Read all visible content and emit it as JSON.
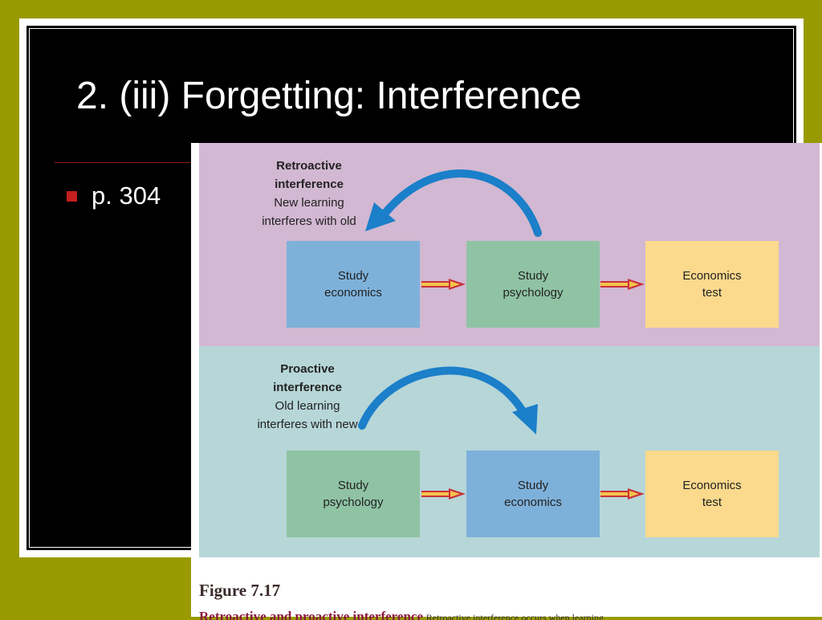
{
  "slide": {
    "title": "2. (iii) Forgetting: Interference",
    "bullet": "p. 304"
  },
  "figure": {
    "retroactive": {
      "label_bold_1": "Retroactive",
      "label_bold_2": "interference",
      "label_line_1": "New learning",
      "label_line_2": "interferes with old",
      "boxes": [
        {
          "line1": "Study",
          "line2": "economics"
        },
        {
          "line1": "Study",
          "line2": "psychology"
        },
        {
          "line1": "Economics",
          "line2": "test"
        }
      ]
    },
    "proactive": {
      "label_bold_1": "Proactive",
      "label_bold_2": "interference",
      "label_line_1": "Old learning",
      "label_line_2": "interferes with new",
      "boxes": [
        {
          "line1": "Study",
          "line2": "psychology"
        },
        {
          "line1": "Study",
          "line2": "economics"
        },
        {
          "line1": "Economics",
          "line2": "test"
        }
      ]
    },
    "caption": "Figure 7.17",
    "description_heading": "Retroactive and proactive interference",
    "description_rest": "Retroactive interference occurs when learning"
  },
  "colors": {
    "background": "#989a00",
    "arc_blue": "#1b7fc9",
    "arrow_red": "#c8323c",
    "arrow_yellow": "#f4c44a"
  }
}
